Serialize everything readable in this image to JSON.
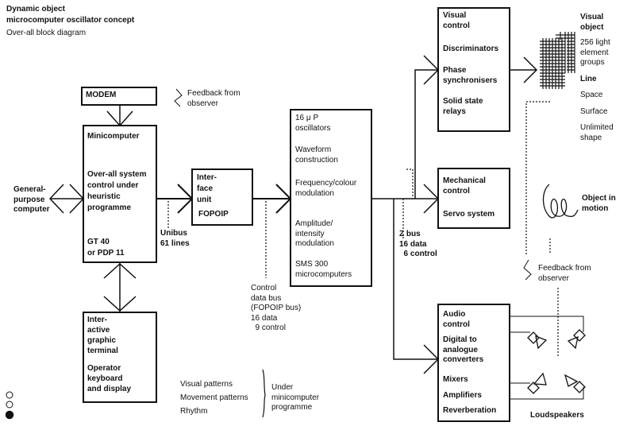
{
  "title": {
    "line1": "Dynamic object",
    "line2": "microcomputer oscillator concept",
    "subtitle": "Over-all block diagram"
  },
  "blocks": {
    "modem": "MODEM",
    "minicomputer": {
      "name": "Minicomputer",
      "desc": "Over-all system\ncontrol under\nheuristic\nprogramme",
      "model": "GT 40\nor PDP 11"
    },
    "interface": {
      "name": "Inter-\nface\nunit",
      "code": "FOPOIP"
    },
    "oscillators": {
      "l1": "16 μ P\noscillators",
      "l2": "Waveform\nconstruction",
      "l3": "Frequency/colour\nmodulation",
      "l4": "Amplitude/\nintensity\nmodulation",
      "l5": "SMS 300\nmicrocomputers"
    },
    "visual": {
      "l1": "Visual\ncontrol",
      "l2": "Discriminators",
      "l3": "Phase\nsynchronisers",
      "l4": "Solid state\nrelays"
    },
    "mechanical": {
      "l1": "Mechanical\ncontrol",
      "l2": "Servo system"
    },
    "audio": {
      "l1": "Audio\ncontrol",
      "l2": "Digital to\nanalogue\nconverters",
      "l3": "Mixers",
      "l4": "Amplifiers",
      "l5": "Reverberation"
    },
    "terminal": {
      "l1": "Inter-\nactive\ngraphic\nterminal",
      "l2": "Operator\nkeyboard\nand display"
    }
  },
  "labels": {
    "general": "General-\npurpose\ncomputer",
    "feedback_top": "Feedback from\nobserver",
    "feedback_right": "Feedback from\nobserver",
    "unibus": "Unibus\n61 lines",
    "control_bus": "Control\ndata bus\n(FOPOIP bus)\n16 data\n  9 control",
    "zbus": "Z bus\n16 data\n  6 control",
    "visual_object": "Visual\nobject",
    "light_groups": "256 light\nelement\ngroups",
    "line": "Line",
    "space": "Space",
    "surface": "Surface",
    "unlimited": "Unlimited\nshape",
    "object_motion": "Object in\nmotion",
    "loudspeakers": "Loudspeakers",
    "patterns": "Visual patterns\nMovement patterns\nRhythm",
    "under": "Under\nminicomputer\nprogramme"
  }
}
